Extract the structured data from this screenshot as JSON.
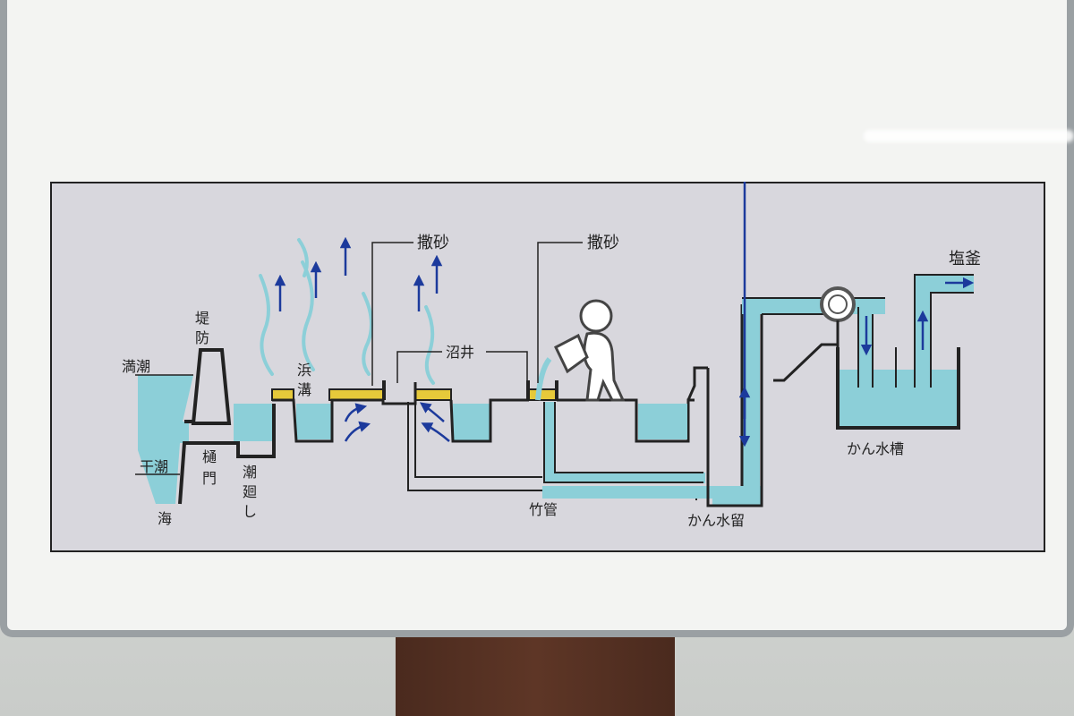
{
  "labels": {
    "high_tide": "満潮",
    "low_tide": "干潮",
    "sea": "海",
    "embankment": "堤防",
    "sluice_gate": "樋門",
    "tidal_channel": "潮廻し",
    "beach_ditch": "浜溝",
    "sand_spreading_1": "撒砂",
    "sand_spreading_2": "撒砂",
    "marsh_well": "沼井",
    "bamboo_pipe": "竹管",
    "brine_reservoir": "かん水留",
    "brine_tank": "かん水槽",
    "salt_pan": "塩釜"
  },
  "colors": {
    "board": "#d8d7dd",
    "water": "#8ccfd8",
    "sand": "#e6c93a",
    "arrow": "#1c3a9c",
    "vapor": "#8ccfd8",
    "line": "#222222"
  }
}
